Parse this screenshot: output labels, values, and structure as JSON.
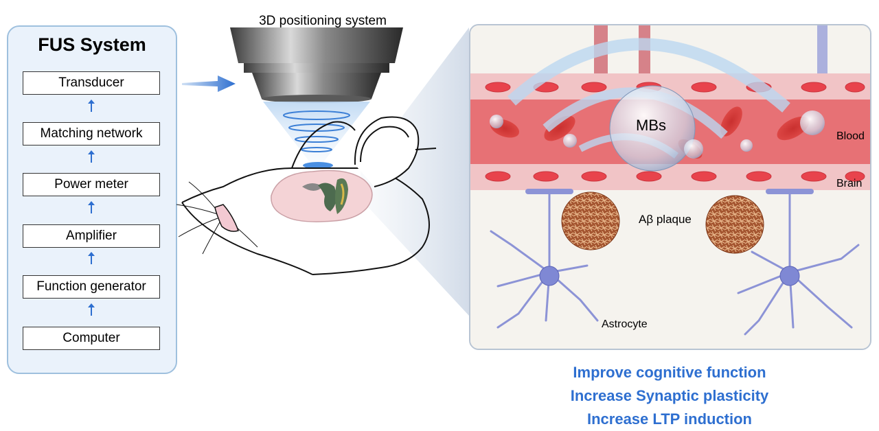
{
  "fus_system": {
    "title": "FUS System",
    "steps": [
      "Transducer",
      "Matching network",
      "Power meter",
      "Amplifier",
      "Function generator",
      "Computer"
    ]
  },
  "positioning": {
    "label": "3D positioning system"
  },
  "cell_diagram": {
    "blood_label": "Blood",
    "brain_label": "Brain",
    "mbs_label": "MBs",
    "plaque_label": "Aβ plaque",
    "astrocyte_label": "Astrocyte"
  },
  "outcomes": [
    "Improve cognitive function",
    "Increase Synaptic plasticity",
    "Increase LTP induction"
  ],
  "colors": {
    "outcome_text": "#2e6fd0",
    "panel_border": "#9ec0de",
    "blood": "#e8555a",
    "plaque": "#a0522d",
    "astrocyte": "#8c93d6"
  }
}
